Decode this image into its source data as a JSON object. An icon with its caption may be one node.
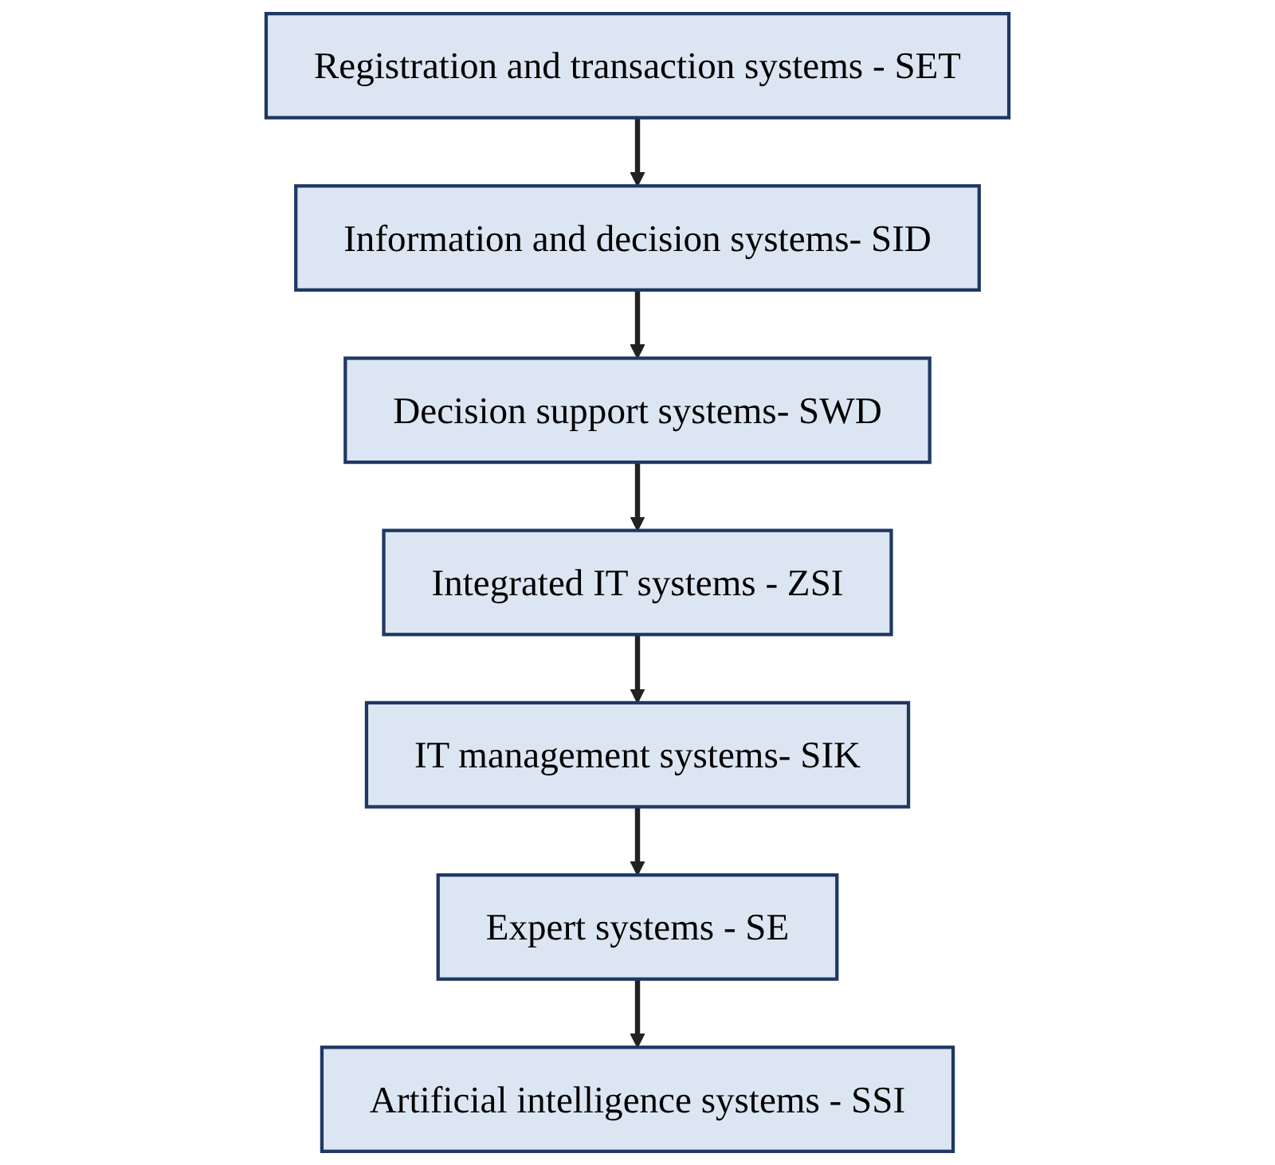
{
  "diagram": {
    "nodes": [
      {
        "text": [
          "Registration and transaction systems - SET"
        ]
      },
      {
        "text": [
          "Information and decision systems- SID"
        ]
      },
      {
        "text": [
          "Decision support systems- SWD"
        ]
      },
      {
        "text": [
          "Integrated IT systems - ZSI"
        ]
      },
      {
        "text": [
          "IT management systems- SIK"
        ]
      },
      {
        "text": [
          "Expert systems - SE"
        ]
      },
      {
        "text": [
          "Artificial intelligence systems - SSI"
        ]
      }
    ],
    "edges": [
      {
        "from": 0,
        "to": 1,
        "arrow": "to"
      },
      {
        "from": 1,
        "to": 2,
        "arrow": "to"
      },
      {
        "from": 2,
        "to": 3,
        "arrow": "to"
      },
      {
        "from": 3,
        "to": 4,
        "arrow": "to"
      },
      {
        "from": 4,
        "to": 5,
        "arrow": "to"
      },
      {
        "from": 5,
        "to": 6,
        "arrow": "to"
      }
    ]
  }
}
